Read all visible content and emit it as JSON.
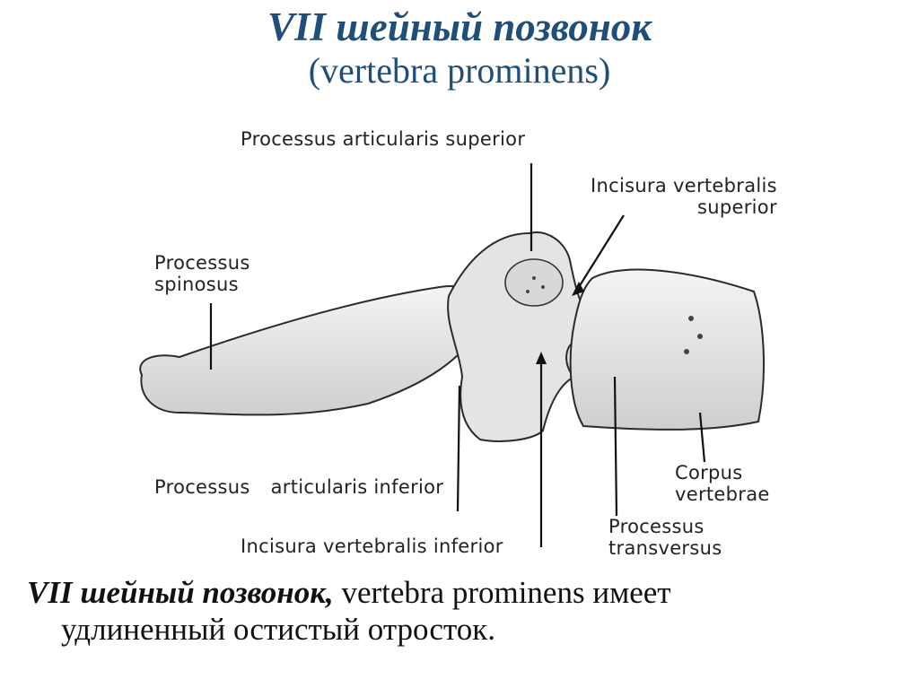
{
  "title": {
    "main": "VII шейный позвонок",
    "sub": "(vertebra prominens)"
  },
  "labels": {
    "proc_artic_sup": "Processus articularis superior",
    "incisura_sup_1": "Incisura vertebralis",
    "incisura_sup_2": "superior",
    "proc_spin_1": "Processus",
    "proc_spin_2": "spinosus",
    "proc_artic_inf_1": "Processus",
    "proc_artic_inf_2": "articularis inferior",
    "incisura_inf": "Incisura vertebralis inferior",
    "corpus_1": "Corpus",
    "corpus_2": "vertebrae",
    "proc_trans_1": "Processus",
    "proc_trans_2": "transversus"
  },
  "caption": {
    "emph": "VII шейный позвонок,",
    "rest": " vertebra prominens имеет",
    "line2": "удлиненный остистый отросток."
  },
  "colors": {
    "title": "#1f4e79",
    "bone_fill": "#e9e9e9",
    "bone_stroke": "#2b2b2b"
  }
}
